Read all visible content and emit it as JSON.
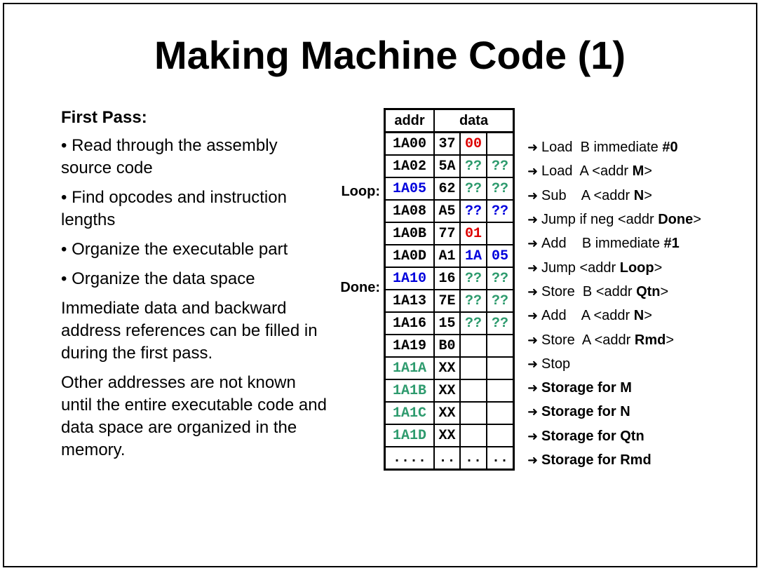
{
  "title": "Making Machine Code (1)",
  "left": {
    "heading": "First Pass:",
    "bullets": [
      "• Read through the assembly source code",
      "• Find opcodes and instruction lengths",
      "• Organize the executable part",
      "• Organize the data space"
    ],
    "para1": "Immediate data and backward address references can be filled in during the first pass.",
    "para2": "Other addresses are not known until the entire executable code and data space are organized in the memory."
  },
  "table": {
    "header_addr": "addr",
    "header_data": "data",
    "rows": [
      {
        "addr": "1A00",
        "op": "37",
        "b1": "00",
        "b2": ""
      },
      {
        "addr": "1A02",
        "op": "5A",
        "b1": "??",
        "b2": "??"
      },
      {
        "addr": "1A05",
        "op": "62",
        "b1": "??",
        "b2": "??"
      },
      {
        "addr": "1A08",
        "op": "A5",
        "b1": "??",
        "b2": "??"
      },
      {
        "addr": "1A0B",
        "op": "77",
        "b1": "01",
        "b2": ""
      },
      {
        "addr": "1A0D",
        "op": "A1",
        "b1": "1A",
        "b2": "05"
      },
      {
        "addr": "1A10",
        "op": "16",
        "b1": "??",
        "b2": "??"
      },
      {
        "addr": "1A13",
        "op": "7E",
        "b1": "??",
        "b2": "??"
      },
      {
        "addr": "1A16",
        "op": "15",
        "b1": "??",
        "b2": "??"
      },
      {
        "addr": "1A19",
        "op": "B0",
        "b1": "",
        "b2": ""
      },
      {
        "addr": "1A1A",
        "op": "XX",
        "b1": "",
        "b2": ""
      },
      {
        "addr": "1A1B",
        "op": "XX",
        "b1": "",
        "b2": ""
      },
      {
        "addr": "1A1C",
        "op": "XX",
        "b1": "",
        "b2": ""
      },
      {
        "addr": "1A1D",
        "op": "XX",
        "b1": "",
        "b2": ""
      },
      {
        "addr": "....",
        "op": "..",
        "b1": "..",
        "b2": ".."
      }
    ]
  },
  "labels": {
    "loop": "Loop:",
    "done": "Done:"
  },
  "instructions": [
    {
      "pre": "Load  B immediate ",
      "b": "#0",
      "post": ""
    },
    {
      "pre": "Load  A <addr ",
      "b": "M",
      "post": ">"
    },
    {
      "pre": "Sub    A <addr ",
      "b": "N",
      "post": ">"
    },
    {
      "pre": "Jump if neg <addr ",
      "b": "Done",
      "post": ">"
    },
    {
      "pre": "Add    B immediate ",
      "b": "#1",
      "post": ""
    },
    {
      "pre": "Jump <addr ",
      "b": "Loop",
      "post": ">"
    },
    {
      "pre": "Store  B <addr ",
      "b": "Qtn",
      "post": ">"
    },
    {
      "pre": "Add    A <addr ",
      "b": "N",
      "post": ">"
    },
    {
      "pre": "Store  A <addr ",
      "b": "Rmd",
      "post": ">"
    },
    {
      "pre": "Stop",
      "b": "",
      "post": ""
    },
    {
      "pre": "",
      "b": "Storage for M",
      "post": ""
    },
    {
      "pre": "",
      "b": "Storage for N",
      "post": ""
    },
    {
      "pre": "",
      "b": "Storage for Qtn",
      "post": ""
    },
    {
      "pre": "",
      "b": "Storage for Rmd",
      "post": ""
    }
  ],
  "colors": {
    "blue": "#0000dd",
    "red": "#dd0000",
    "green": "#2e9b6e"
  }
}
